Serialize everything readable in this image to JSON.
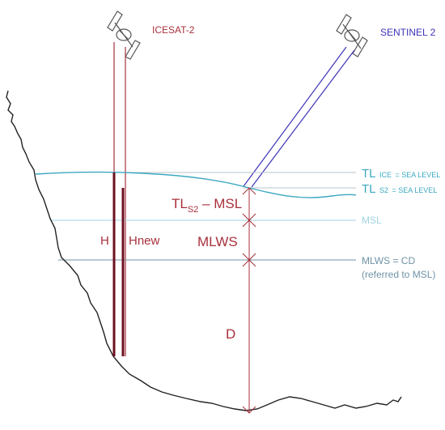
{
  "satellites": {
    "icesat": "ICESAT-2",
    "sentinel": "SENTINEL 2"
  },
  "levels": {
    "tl_ice_main": "TL",
    "tl_ice_sub": "ICE",
    "tl_ice_rest": "= SEA LEVEL",
    "tl_s2_main": "TL",
    "tl_s2_sub": "S2",
    "tl_s2_rest": "= SEA LEVEL",
    "msl": "MSL",
    "mlws_line1": "MLWS = CD",
    "mlws_line2": "(referred to MSL)"
  },
  "quantities": {
    "tl_minus_msl_main": "TL",
    "tl_minus_msl_sub": "S2",
    "tl_minus_msl_rest": "– MSL",
    "mlws": "MLWS",
    "depth": "D",
    "h": "H",
    "hnew": "Hnew"
  },
  "colors": {
    "icesat": "#a8303c",
    "sentinel": "#3c33b8",
    "sea_level": "#3ca8c0",
    "msl": "#9fd3e0",
    "mlws": "#6f93a6",
    "measure": "#a8303c"
  }
}
